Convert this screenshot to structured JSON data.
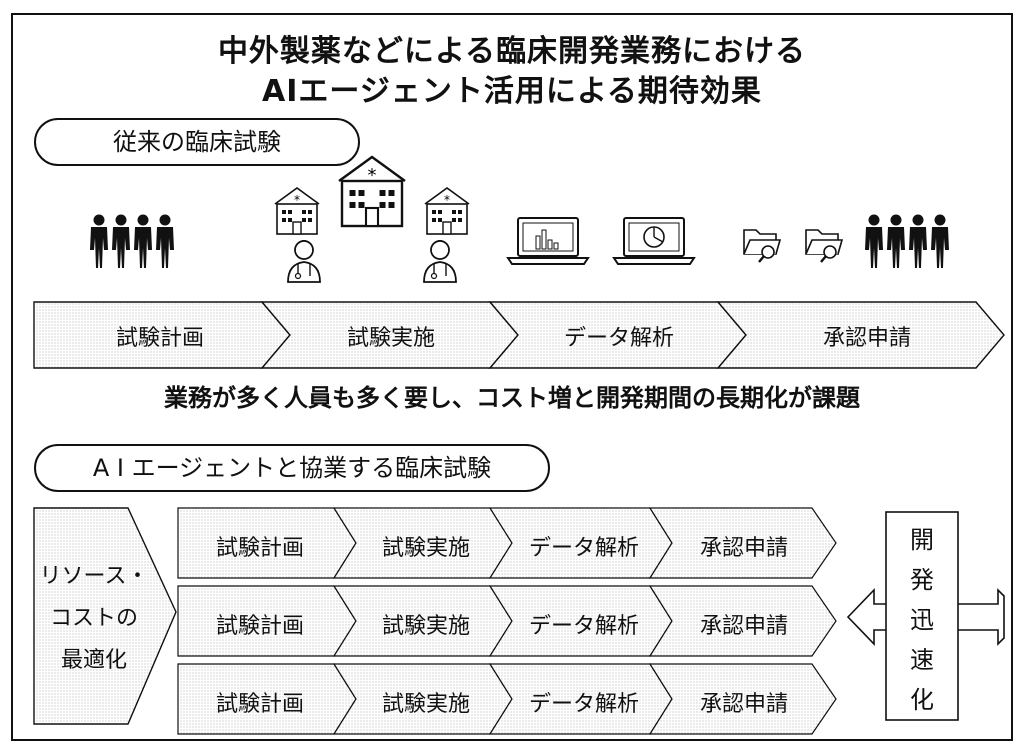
{
  "title": {
    "line1": "中外製薬などによる臨床開発業務における",
    "line2": "AIエージェント活用による期待効果"
  },
  "traditional": {
    "heading": "従来の臨床試験",
    "icons": [
      "people-group-icon",
      "hospital-icon",
      "doctor-icon",
      "laptop-bar-chart-icon",
      "laptop-pie-chart-icon",
      "folder-search-icon",
      "people-group-icon"
    ],
    "steps": [
      "試験計画",
      "試験実施",
      "データ解析",
      "承認申請"
    ],
    "note": "業務が多く人員も多く要し、コスト増と開発期間の長期化が課題"
  },
  "ai": {
    "heading": "A I エージェントと協業する臨床試験",
    "left_label": [
      "リソース・",
      "コストの",
      "最適化"
    ],
    "rows": [
      [
        "試験計画",
        "試験実施",
        "データ解析",
        "承認申請"
      ],
      [
        "試験計画",
        "試験実施",
        "データ解析",
        "承認申請"
      ],
      [
        "試験計画",
        "試験実施",
        "データ解析",
        "承認申請"
      ]
    ],
    "right_label": [
      "開",
      "発",
      "迅",
      "速",
      "化"
    ]
  }
}
